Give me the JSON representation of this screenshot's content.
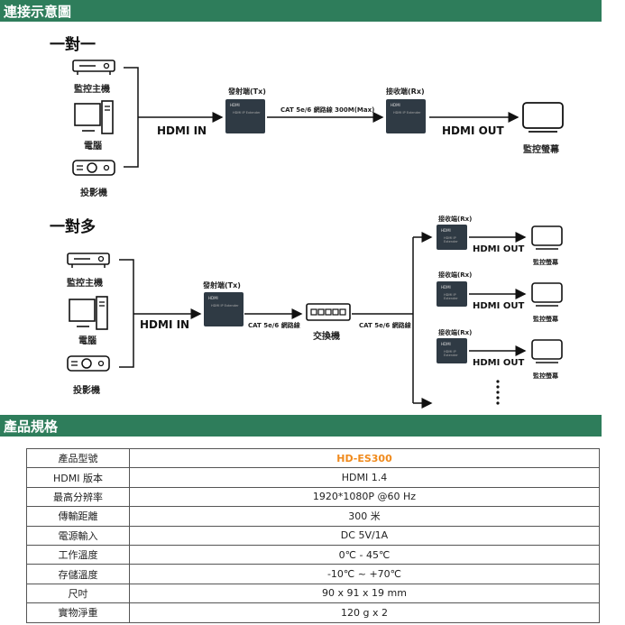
{
  "section1": {
    "title": "連接示意圖"
  },
  "one_to_one": {
    "title": "一對一",
    "sources": [
      "監控主機",
      "電腦",
      "投影機"
    ],
    "hdmi_in": "HDMI IN",
    "tx_label": "發射端(Tx)",
    "cable": "CAT 5e/6 網路線 300M(Max)",
    "rx_label": "接收端(Rx)",
    "hdmi_out": "HDMI OUT",
    "display": "監控螢幕"
  },
  "one_to_many": {
    "title": "一對多",
    "sources": [
      "監控主機",
      "電腦",
      "投影機"
    ],
    "hdmi_in": "HDMI IN",
    "tx_label": "發射端(Tx)",
    "cable1": "CAT 5e/6 網路線",
    "switch_label": "交換機",
    "cable2": "CAT 5e/6 網路線",
    "rx_label": "接收端(Rx)",
    "hdmi_out": "HDMI OUT",
    "display": "監控螢幕"
  },
  "device_box": {
    "brand": "HDMI",
    "name": "HDMI IP Extender"
  },
  "section2": {
    "title": "產品規格"
  },
  "specs": [
    {
      "key": "產品型號",
      "value": "HD-ES300"
    },
    {
      "key": "HDMI 版本",
      "value": "HDMI 1.4"
    },
    {
      "key": "最高分辨率",
      "value": "1920*1080P @60 Hz"
    },
    {
      "key": "傳輸距離",
      "value": "300 米"
    },
    {
      "key": "電源輸入",
      "value": "DC 5V/1A"
    },
    {
      "key": "工作溫度",
      "value": "0℃ - 45℃"
    },
    {
      "key": "存儲溫度",
      "value": "-10℃ ~ +70℃"
    },
    {
      "key": "尺吋",
      "value": "90 x 91 x 19 mm"
    },
    {
      "key": "實物淨重",
      "value": "120 g x 2"
    }
  ],
  "colors": {
    "section_bar": "#2e7d5b",
    "model_text": "#f08a1c"
  }
}
